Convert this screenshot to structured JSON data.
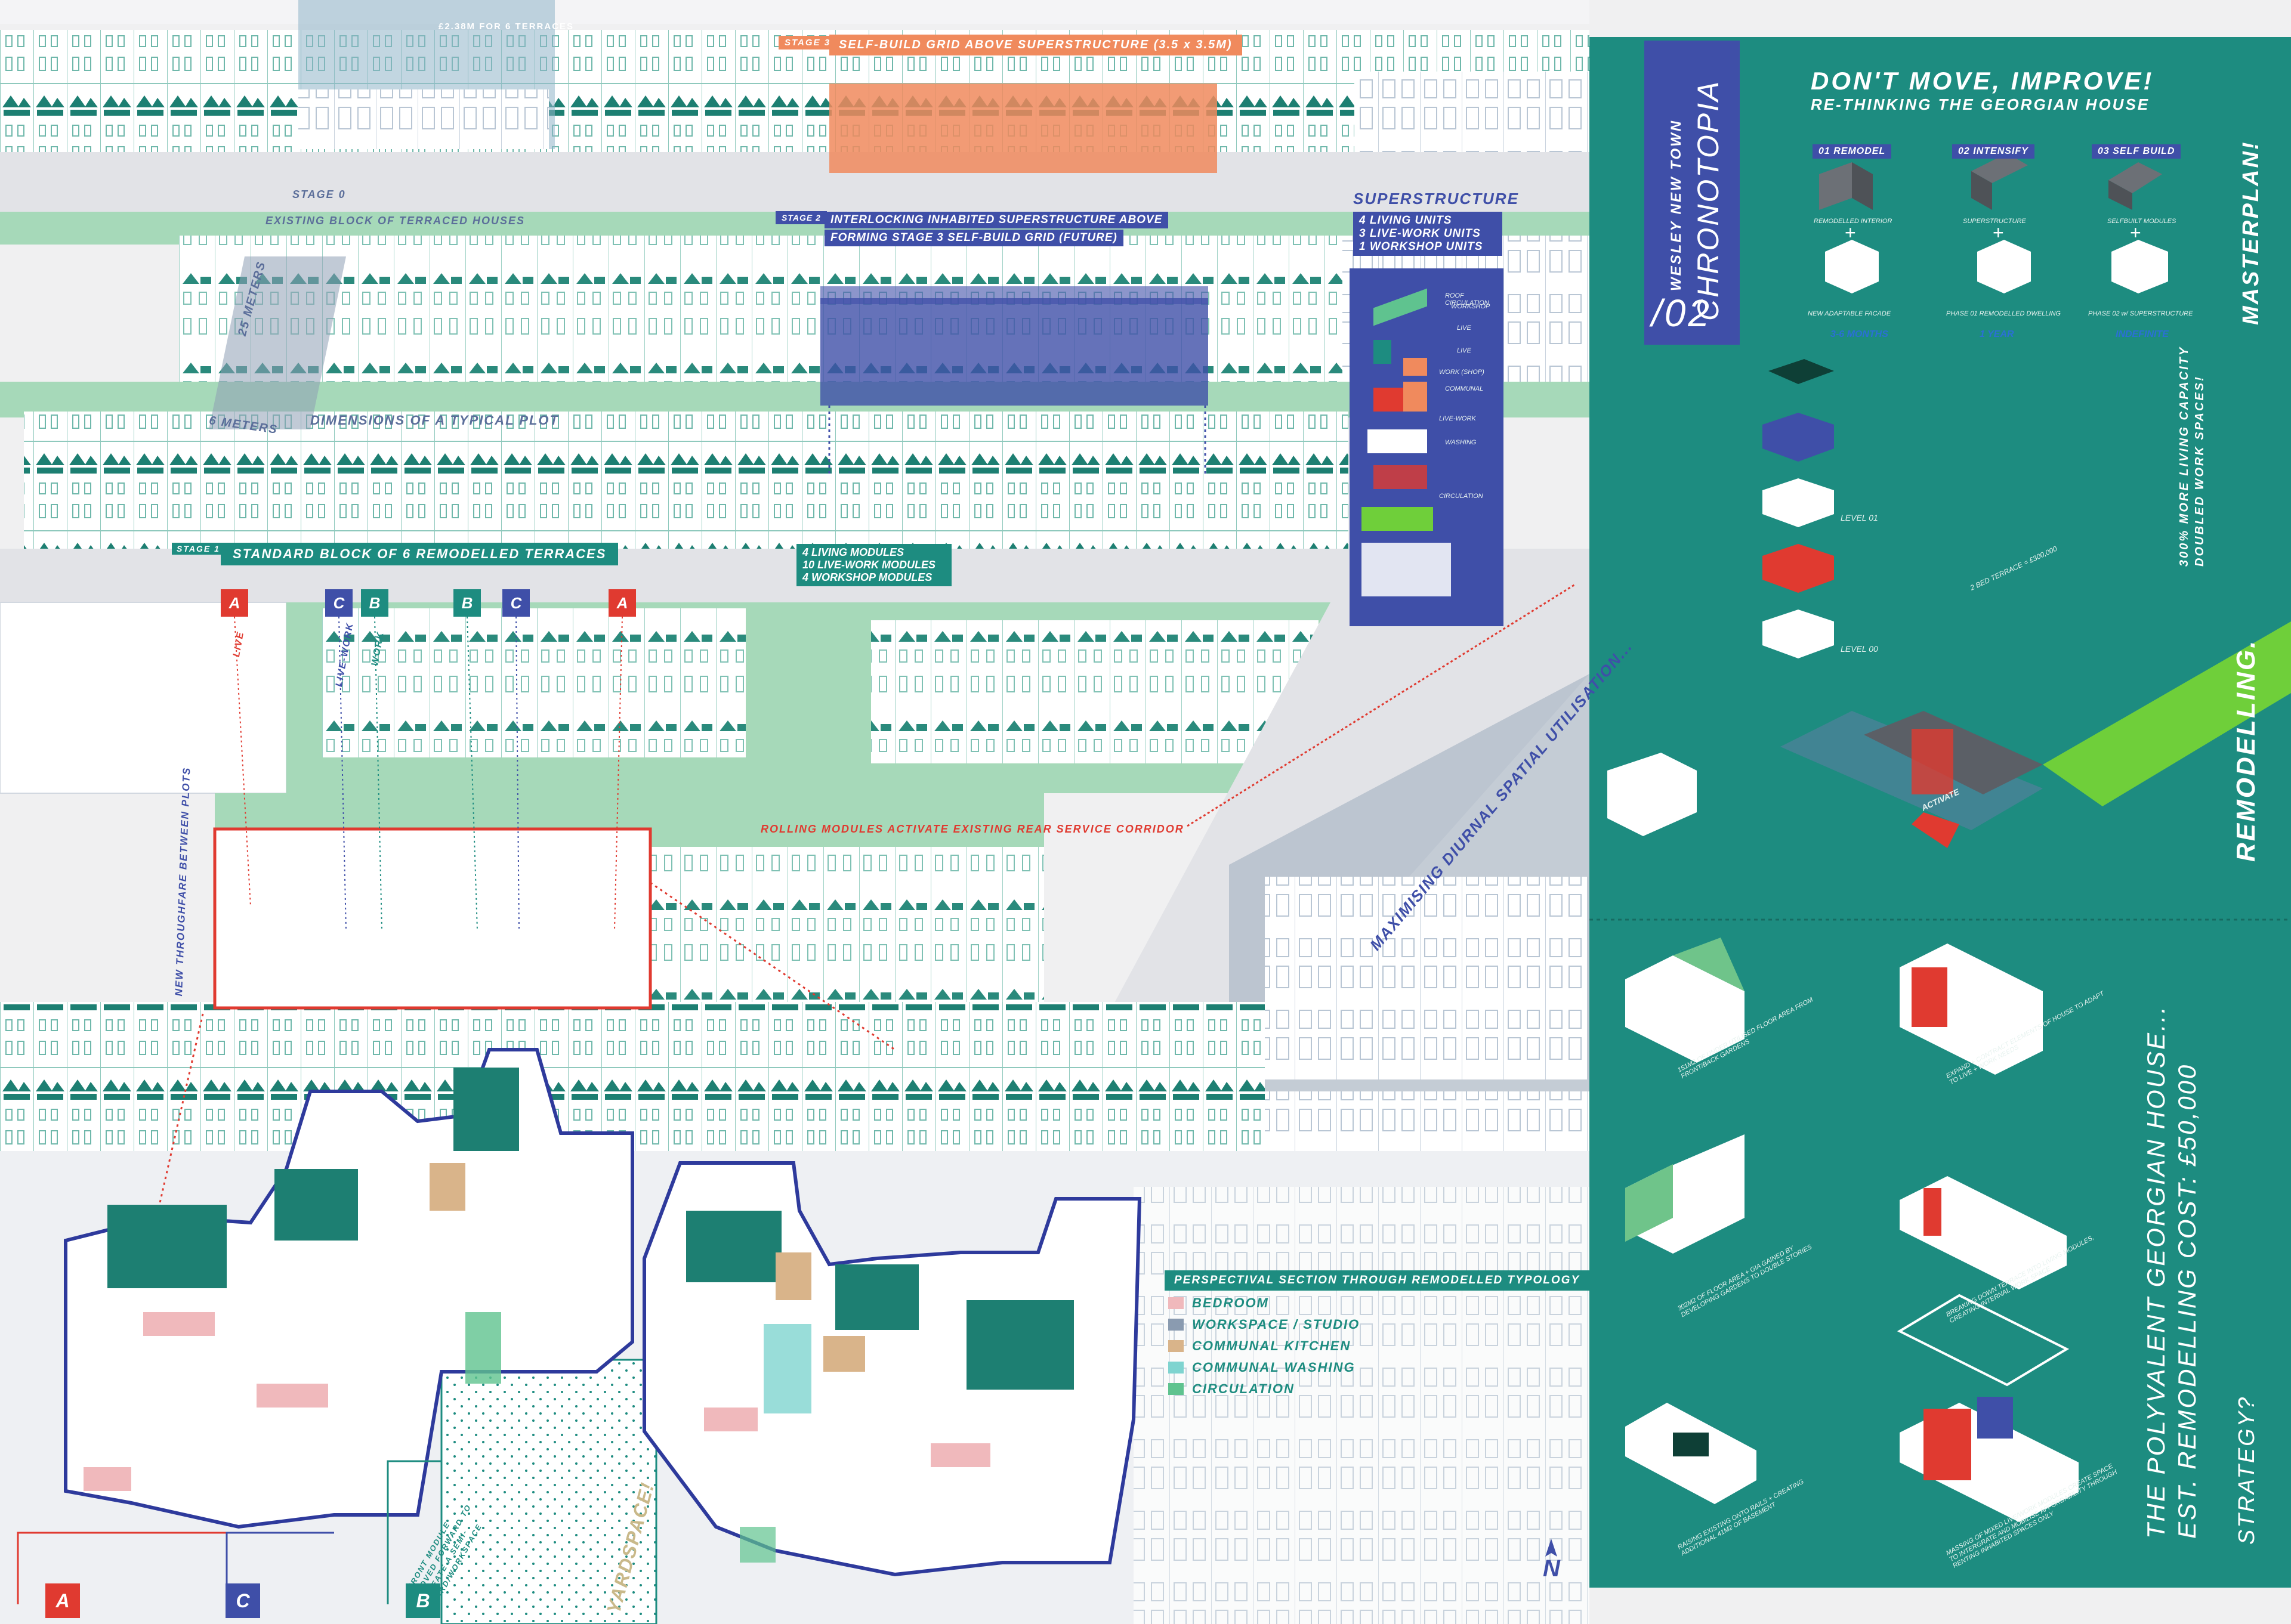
{
  "title_panel": {
    "project_line1": "WESLEY NEW TOWN",
    "project_line2": "CHRONOTOPIA",
    "number": "/02",
    "headline": "DON'T MOVE, IMPROVE!",
    "subheadline": "RE-THINKING THE GEORGIAN HOUSE",
    "phases": [
      {
        "label": "01 REMODEL",
        "top_caption": "REMODELLED INTERIOR",
        "bottom_caption": "NEW ADAPTABLE FACADE",
        "duration": "3-6 MONTHS"
      },
      {
        "label": "02 INTENSIFY",
        "top_caption": "SUPERSTRUCTURE",
        "bottom_caption": "PHASE 01 REMODELLED DWELLING",
        "duration": "1 YEAR"
      },
      {
        "label": "03 SELF BUILD",
        "top_caption": "SELFBUILT MODULES",
        "bottom_caption": "PHASE 02 w/ SUPERSTRUCTURE",
        "duration": "INDEFINITE"
      }
    ],
    "masterplan": "MASTERPLAN!",
    "capacity_line1": "300% MORE LIVING CAPACITY",
    "capacity_line2": "DOUBLED WORK SPACES!",
    "remodelling": "REMODELLING.",
    "level01": "LEVEL 01",
    "level00": "LEVEL 00",
    "activate": "ACTIVATE",
    "polyvalent_line1": "THE POLYVALENT GEORGIAN HOUSE...",
    "polyvalent_line2": "EST. REMODELLING COST: £50,000",
    "strategy": "STRATEGY?",
    "strategy_captions": [
      "151M2 OF UNDER UTILISED FLOOR AREA FROM FRONT/BACK GARDENS",
      "EXPAND + CONTRACT ELEMENTS OF HOUSE TO ADAPT TO LIVE + WORK NEEDS",
      "302M2 OF FLOOR AREA + GIA GAINED BY DEVELOPING GARDENS TO DOUBLE STORIES",
      "BREAKING DOWN TERRACE INTO LIVING MODULES, CREATING INTERNAL WORK SPACE",
      "RAISING EXISTING ONTO RAILS + CREATING ADDITIONAL 41M2 OF BASEMENT",
      "MASSING OF MIXED LIVE/WORK MODULES CREATE SPACE TO INTERGRATE AND MOBILISE AFFORDABILITY THROUGH RENTING INHABITED SPACES ONLY"
    ],
    "terrace_note": "2 BED TERRACE = £300,000"
  },
  "plan_labels": {
    "cost_note": "£2.38M FOR 6 TERRACES",
    "stage3_tag": "STAGE 3",
    "stage3_text": "SELF-BUILD GRID ABOVE SUPERSTRUCTURE (3.5 x 3.5M)",
    "stage0_tag": "STAGE 0",
    "stage0_text": "EXISTING BLOCK OF TERRACED HOUSES",
    "stage2_tag": "STAGE 2",
    "stage2_line1": "INTERLOCKING INHABITED SUPERSTRUCTURE ABOVE",
    "stage2_line2": "FORMING STAGE 3 SELF-BUILD GRID (FUTURE)",
    "superstructure_title": "SUPERSTRUCTURE",
    "superstructure_units": [
      "4 LIVING UNITS",
      "3 LIVE-WORK UNITS",
      "1 WORKSHOP UNITS"
    ],
    "superstructure_layers": [
      "ROOF CIRCULATION",
      "WORKSHOP",
      "LIVE",
      "LIVE",
      "WORK (SHOP)",
      "COMMUNAL",
      "LIVE-WORK",
      "WASHING",
      "CIRCULATION"
    ],
    "dim_25": "25 METERS",
    "dim_6": "6 METERS",
    "dim_typical": "DIMENSIONS OF A TYPICAL PLOT",
    "stage1_tag": "STAGE 1",
    "stage1_text": "STANDARD BLOCK OF 6 REMODELLED TERRACES",
    "stage1_modules": [
      "4 LIVING MODULES",
      "10 LIVE-WORK MODULES",
      "4 WORKSHOP MODULES"
    ],
    "markers_top": [
      "A",
      "C",
      "B",
      "B",
      "C",
      "A"
    ],
    "marker_live": "LIVE",
    "marker_livework": "LIVE-WORK",
    "marker_work": "WORK",
    "rolling": "ROLLING MODULES ACTIVATE EXISTING REAR SERVICE CORRIDOR",
    "maximising": "MAXIMISING DIURNAL SPATIAL UTILISATION...",
    "throughfare": "NEW THROUGHFARE BETWEEN PLOTS",
    "yardspace": "YARDSPACE!",
    "front_module": "FRONT MODULE MOVED FORWARD TO CREATE A SEMI-YARD/WORKSPACE",
    "markers_bottom": [
      "A",
      "C",
      "B"
    ],
    "north": "N"
  },
  "legend": {
    "title": "PERSPECTIVAL SECTION THROUGH REMODELLED TYPOLOGY",
    "items": [
      {
        "label": "BEDROOM",
        "color": "#f0b9bc"
      },
      {
        "label": "WORKSPACE / STUDIO",
        "color": "#8a9bb0"
      },
      {
        "label": "COMMUNAL KITCHEN",
        "color": "#d9b48a"
      },
      {
        "label": "COMMUNAL WASHING",
        "color": "#7fd4d0"
      },
      {
        "label": "CIRCULATION",
        "color": "#5fc38f"
      }
    ]
  },
  "colors": {
    "teal": "#1d8c80",
    "green": "#9ed8b2",
    "navy": "#3f4fa8",
    "red": "#e03a30",
    "orange": "#f08a5d"
  }
}
